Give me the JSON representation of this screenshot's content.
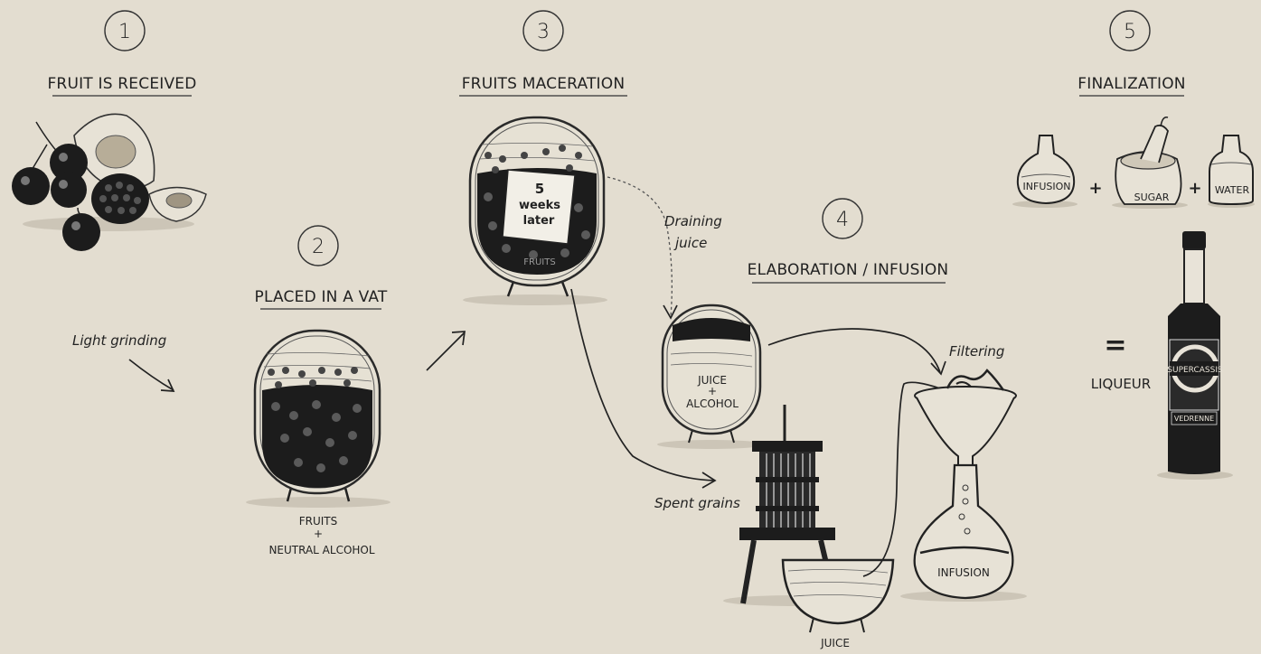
{
  "steps": [
    {
      "number": "1",
      "title": "FRUIT IS RECEIVED"
    },
    {
      "number": "2",
      "title": "PLACED IN A VAT"
    },
    {
      "number": "3",
      "title": "FRUITS MACERATION"
    },
    {
      "number": "4",
      "title": "ELABORATION / INFUSION"
    },
    {
      "number": "5",
      "title": "FINALIZATION"
    }
  ],
  "notes": {
    "light_grinding": "Light grinding",
    "draining_line1": "Draining",
    "draining_line2": "juice",
    "spent_grains": "Spent grains",
    "filtering": "Filtering"
  },
  "vat2": {
    "line1": "FRUITS",
    "line2": "+",
    "line3": "NEUTRAL ALCOHOL"
  },
  "vat3": {
    "label": "FRUITS",
    "sticker_line1": "5",
    "sticker_line2": "weeks",
    "sticker_line3": "later"
  },
  "vat4": {
    "line1": "JUICE",
    "line2": "+",
    "line3": "ALCOHOL"
  },
  "press_basin": {
    "label": "JUICE"
  },
  "flask": {
    "label": "INFUSION"
  },
  "finalization": {
    "ingredient1": "INFUSION",
    "plus1": "+",
    "ingredient2": "SUGAR",
    "plus2": "+",
    "ingredient3": "WATER",
    "equals": "=",
    "result": "LIQUEUR",
    "bottle_brand": "SUPERCASSIS",
    "bottle_maker": "VEDRENNE"
  }
}
